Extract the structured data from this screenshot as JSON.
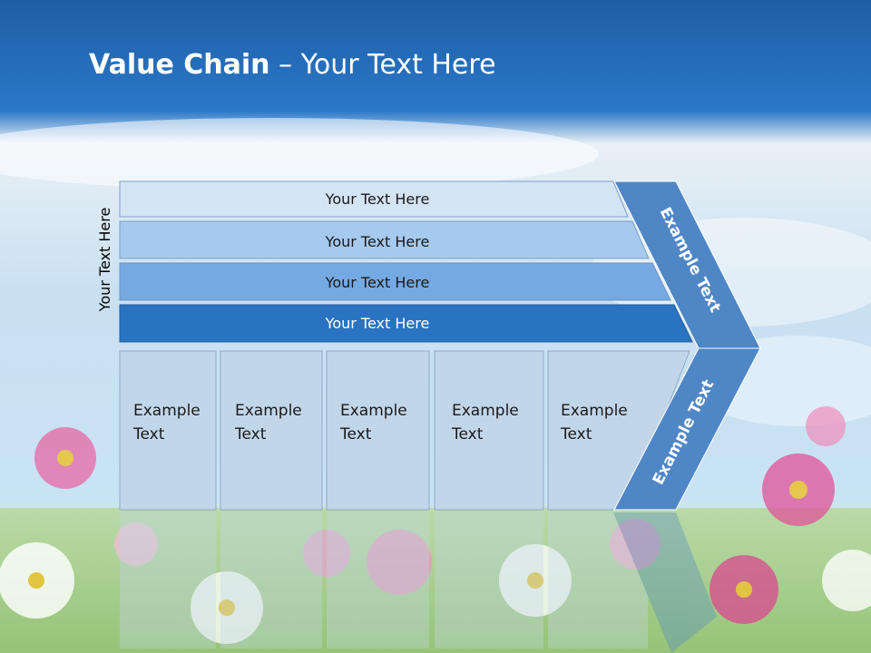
{
  "slide": {
    "title_bold": "Value Chain",
    "title_rest": " – Your Text Here",
    "vertical_label": "Your Text Here"
  },
  "bars": [
    {
      "label": "Your Text Here",
      "color": "#d3e4f5"
    },
    {
      "label": "Your Text Here",
      "color": "#a6c9ee"
    },
    {
      "label": "Your Text Here",
      "color": "#74a9e2"
    },
    {
      "label": "Your Text Here",
      "color": "#2a73c0"
    }
  ],
  "columns": [
    {
      "line1": "Example",
      "line2": "Text"
    },
    {
      "line1": "Example",
      "line2": "Text"
    },
    {
      "line1": "Example",
      "line2": "Text"
    },
    {
      "line1": "Example",
      "line2": "Text"
    },
    {
      "line1": "Example",
      "line2": "Text"
    }
  ],
  "arrow": {
    "upper_label": "Example Text",
    "lower_label": "Example Text",
    "color": "#4f86c6"
  },
  "colors": {
    "sky_top": "#1f62a8",
    "column_fill": "#c2d6ea",
    "flower_pink": "#e66aa5"
  }
}
